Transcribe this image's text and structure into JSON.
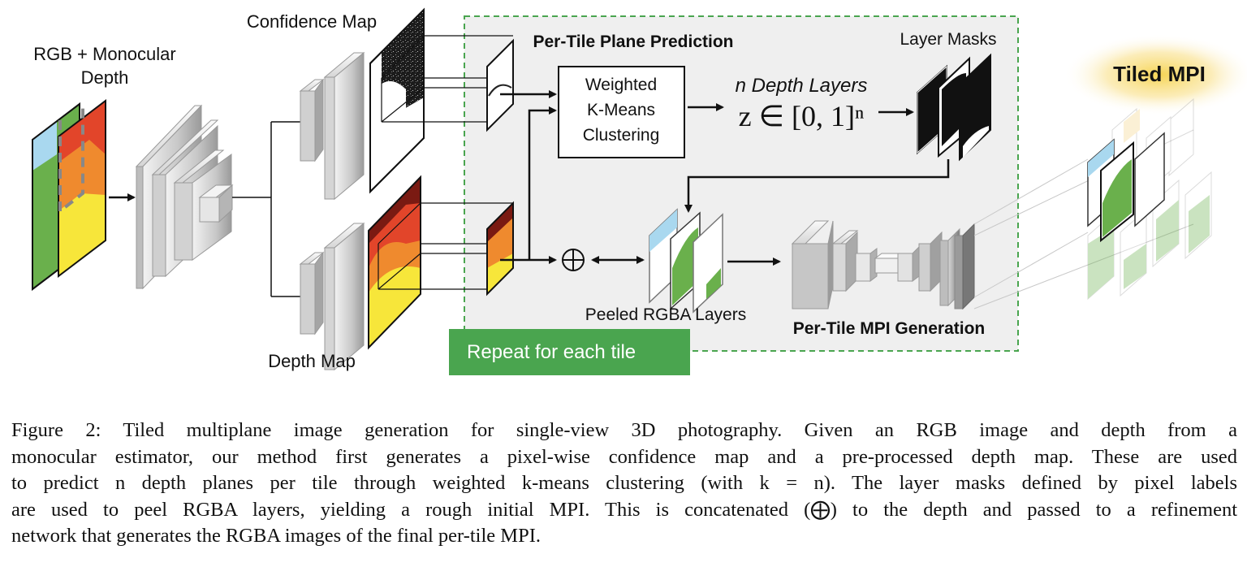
{
  "figure": {
    "labels": {
      "rgb_depth_line1": "RGB + Monocular",
      "rgb_depth_line2": "Depth",
      "confidence_map": "Confidence Map",
      "depth_map": "Depth Map",
      "plane_prediction": "Per-Tile Plane Prediction",
      "kmeans_line1": "Weighted",
      "kmeans_line2": "K-Means",
      "kmeans_line3": "Clustering",
      "n_depth_layers": "n Depth Layers",
      "depth_formula": "z ∈ [0, 1]ⁿ",
      "layer_masks": "Layer Masks",
      "concat_symbol": "⊕",
      "peeled_layers": "Peeled RGBA Layers",
      "mpi_generation": "Per-Tile MPI Generation",
      "repeat_each_tile": "Repeat for each tile",
      "tiled_mpi": "Tiled MPI"
    },
    "colors": {
      "dashed_box": "#4aa54f",
      "repeat_badge": "#4aa54f",
      "highlight": "#f4c430",
      "depth_dark": "#7a1a12",
      "depth_red": "#e2452a",
      "depth_orange": "#ef8a2e",
      "depth_yellow": "#f7e63a",
      "mpi_green": "#6ab04c",
      "mpi_blue": "#a9d8ef"
    }
  },
  "caption": {
    "lines": [
      "Figure 2: Tiled multiplane image generation for single-view 3D photography. Given an RGB image and depth from a",
      "monocular estimator, our method first generates a pixel-wise confidence map and a pre-processed depth map. These are used",
      "to predict n depth planes per tile through weighted k-means clustering (with k = n). The layer masks defined by pixel labels",
      "are used to peel RGBA layers, yielding a rough initial MPI. This is concatenated (⨁) to the depth and passed to a refinement",
      "network that generates the RGBA images of the final per-tile MPI."
    ]
  }
}
